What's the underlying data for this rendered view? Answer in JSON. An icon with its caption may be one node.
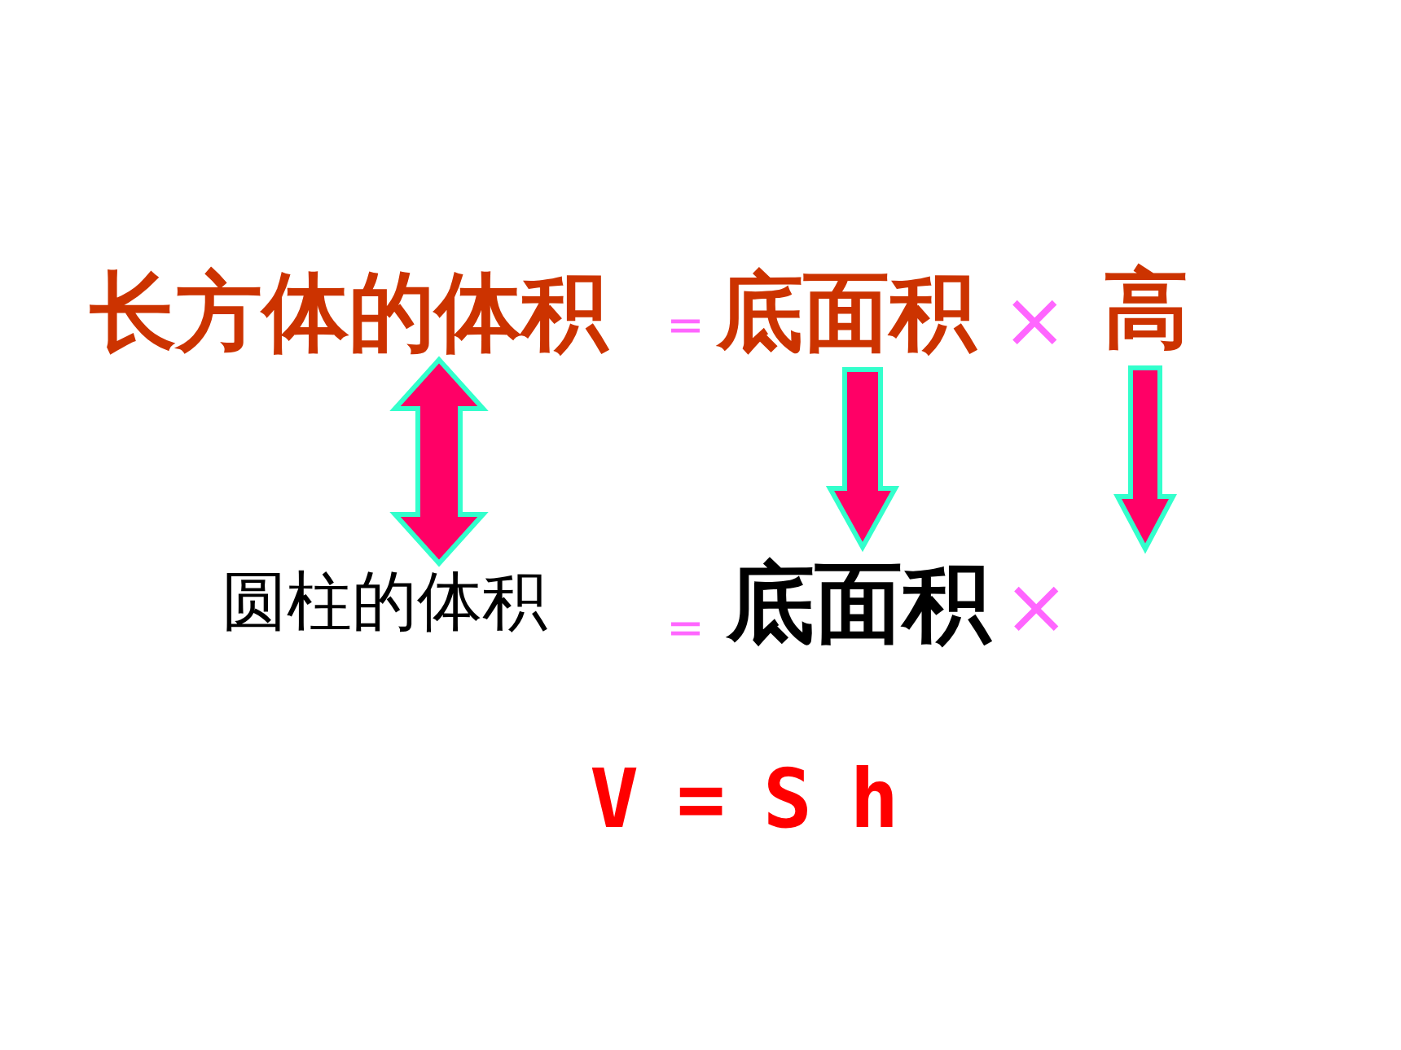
{
  "diagram": {
    "nodes": [
      {
        "text": [
          "长方体的体积"
        ]
      },
      {
        "text": [
          "底面积"
        ]
      },
      {
        "text": [
          "高"
        ]
      },
      {
        "text": [
          "圆柱的体积"
        ]
      },
      {
        "text": [
          "底面积"
        ]
      }
    ],
    "edges": [
      {
        "from": 0,
        "to": 3,
        "arrow": "both"
      },
      {
        "from": 1,
        "to": 4,
        "arrow": "to"
      },
      {
        "from": 2,
        "to": null,
        "arrow": "to"
      }
    ],
    "labels": [
      "=",
      "×",
      "=",
      "×",
      "V = S h"
    ]
  }
}
